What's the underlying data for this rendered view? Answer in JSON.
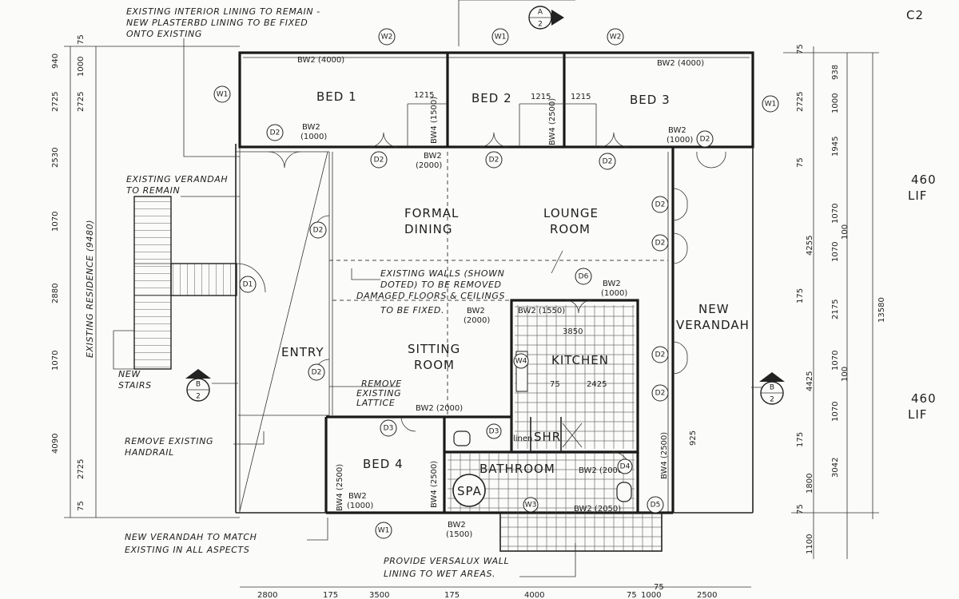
{
  "notes": {
    "interior_lining": [
      "EXISTING INTERIOR LINING TO REMAIN -",
      "NEW PLASTERBD LINING TO BE FIXED",
      "ONTO EXISTING"
    ],
    "verandah_remain": [
      "EXISTING VERANDAH",
      "TO REMAIN"
    ],
    "walls_removed": [
      "EXISTING WALLS (SHOWN",
      "DOTED) TO BE REMOVED",
      "DAMAGED FLOORS & CEILINGS",
      "TO BE FIXED."
    ],
    "remove_lattice": [
      "REMOVE",
      "EXISTING",
      "LATTICE"
    ],
    "new_stairs": [
      "NEW",
      "STAIRS"
    ],
    "remove_handrail": [
      "REMOVE EXISTING",
      "HANDRAIL"
    ],
    "new_verandah_match": [
      "NEW VERANDAH TO MATCH",
      "EXISTING IN ALL ASPECTS"
    ],
    "versalux": [
      "PROVIDE VERSALUX WALL",
      "LINING TO WET AREAS."
    ],
    "existing_residence": "EXISTING RESIDENCE (9480)"
  },
  "rooms": {
    "bed1": "BED 1",
    "bed2": "BED 2",
    "bed3": "BED 3",
    "formal_dining": [
      "FORMAL",
      "DINING"
    ],
    "lounge_room": [
      "LOUNGE",
      "ROOM"
    ],
    "entry": "ENTRY",
    "sitting_room": [
      "SITTING",
      "ROOM"
    ],
    "kitchen": "KITCHEN",
    "new_verandah": [
      "NEW",
      "VERANDAH"
    ],
    "bed4": "BED 4",
    "bathroom": "BATHROOM",
    "spa": "SPA",
    "shr": "SHR",
    "linen": "linen"
  },
  "tags": {
    "W1": "W1",
    "W2": "W2",
    "W3": "W3",
    "W4": "W4",
    "D1": "D1",
    "D2": "D2",
    "D3": "D3",
    "D4": "D4",
    "D5": "D5",
    "D6": "D6"
  },
  "section_markers": {
    "A": {
      "letter": "A",
      "num": "2"
    },
    "B": {
      "letter": "B",
      "num": "2"
    }
  },
  "wall_labels": {
    "bw2_4000": "BW2 (4000)",
    "bw2_1000": "BW2",
    "bw2_1000b": "(1000)",
    "bw2_2000": "BW2",
    "bw2_2000b": "(2000)",
    "bw2_2000c": "BW2 (2000)",
    "bw2_1500": "BW2",
    "bw2_1500b": "(1500)",
    "bw4_2500": "BW4 (2500)",
    "bw2_1000c": "BW2 (1000)",
    "bw4_1500": "BW4 (1500)",
    "bw2_1550": "BW2 (1550)",
    "bw2_2050": "BW2 (2050)",
    "bw2_2000d": "BW2 (2000)"
  },
  "dimensions": {
    "left_outer": [
      "940",
      "2725",
      "2530",
      "1070",
      "2880",
      "1070",
      "4090"
    ],
    "left_inner": [
      "75",
      "1000",
      "2725",
      "2725",
      "75"
    ],
    "right_inner": [
      "75",
      "938",
      "1000",
      "2725",
      "75",
      "1945",
      "1070",
      "1070",
      "175",
      "2175",
      "100",
      "1070",
      "1070",
      "100",
      "175",
      "3042",
      "1800",
      "75",
      "1100"
    ],
    "right_outer": [
      "4255",
      "4425",
      "13580"
    ],
    "interior": [
      "1215",
      "1215",
      "1215",
      "3850",
      "2425",
      "75",
      "925"
    ],
    "bottom": [
      "2800",
      "175",
      "3500",
      "175",
      "4000",
      "75",
      "1000",
      "2500",
      "75"
    ],
    "far_right": [
      "C2",
      "460",
      "LIF",
      "460",
      "LIF"
    ]
  }
}
